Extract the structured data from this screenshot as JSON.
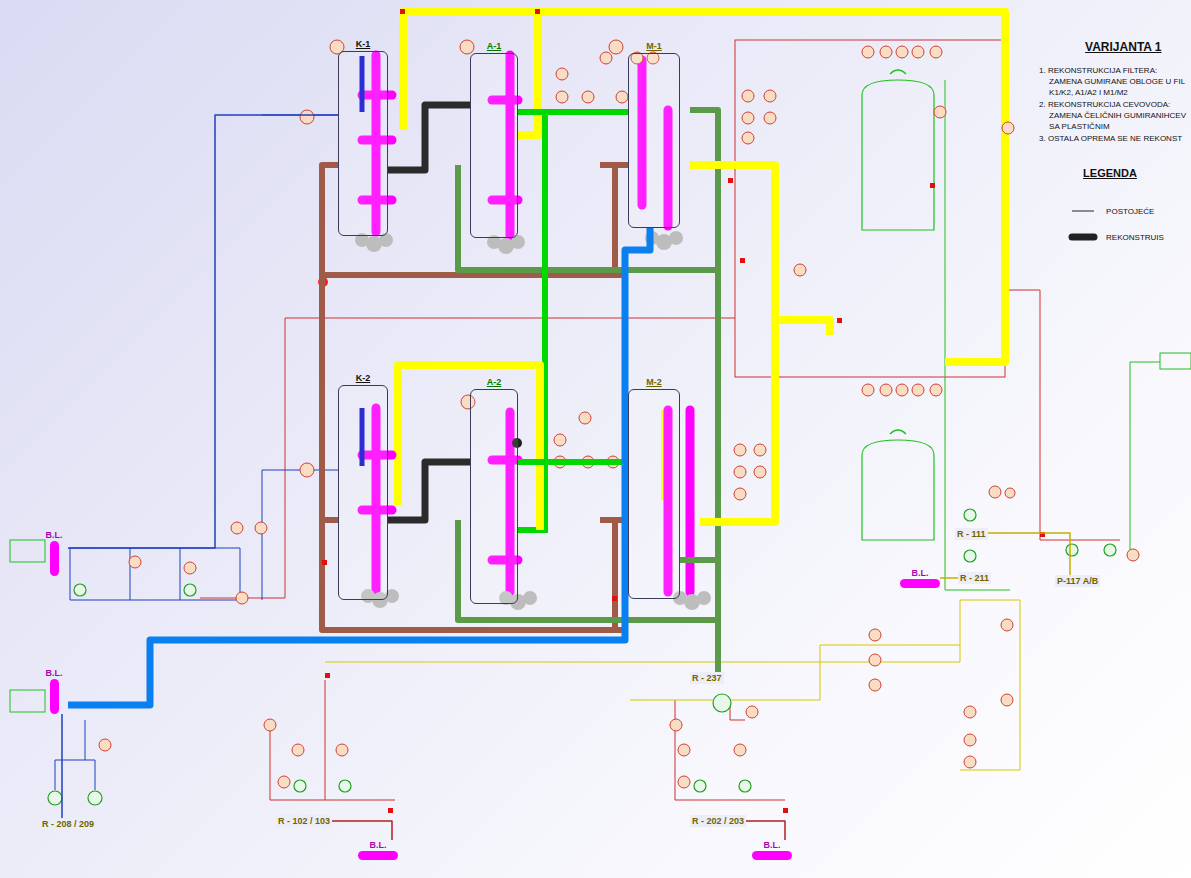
{
  "diagram": {
    "title": "VARIJANTA 1",
    "nodes": [
      {
        "text": [
          "K-1"
        ]
      },
      {
        "text": [
          "A-1"
        ]
      },
      {
        "text": [
          "M-1"
        ]
      },
      {
        "text": [
          "K-2"
        ]
      },
      {
        "text": [
          "A-2"
        ]
      },
      {
        "text": [
          "M-2"
        ]
      },
      {
        "text": [
          "R - 111"
        ]
      },
      {
        "text": [
          "R - 211"
        ]
      },
      {
        "text": [
          "P-117 A/B"
        ]
      },
      {
        "text": [
          "R - 102 / 103"
        ]
      },
      {
        "text": [
          "R - 202 / 203"
        ]
      },
      {
        "text": [
          "R - 208 / 209"
        ]
      },
      {
        "text": [
          "R - 237"
        ]
      },
      {
        "text": [
          "B.L."
        ]
      },
      {
        "text": [
          "B.L."
        ]
      },
      {
        "text": [
          "B.L."
        ]
      },
      {
        "text": [
          "B.L."
        ]
      },
      {
        "text": [
          "B.L."
        ]
      }
    ],
    "edges": [
      {
        "from": 0,
        "to": 1,
        "arrow": "none"
      },
      {
        "from": 1,
        "to": 2,
        "arrow": "none"
      },
      {
        "from": 3,
        "to": 4,
        "arrow": "none"
      },
      {
        "from": 4,
        "to": 5,
        "arrow": "none"
      },
      {
        "from": 0,
        "to": 3,
        "arrow": "none"
      },
      {
        "from": 14,
        "to": 2,
        "arrow": "none"
      },
      {
        "from": 12,
        "to": 5,
        "arrow": "none"
      },
      {
        "from": 11,
        "to": 14,
        "arrow": "none"
      },
      {
        "from": 9,
        "to": 15,
        "arrow": "none"
      },
      {
        "from": 10,
        "to": 16,
        "arrow": "none"
      },
      {
        "from": 17,
        "to": 7,
        "arrow": "none"
      },
      {
        "from": 6,
        "to": 8,
        "arrow": "none"
      },
      {
        "from": 13,
        "to": 0,
        "arrow": "none"
      }
    ],
    "labels": [
      "1. REKONSTRUKCIJA FILTERA:",
      "ZAMENA GUMIRANE OBLOGE U FIL",
      "K1/K2, A1/A2 I M1/M2",
      "2. REKONSTRUKCIJA CEVOVODA:",
      "ZAMENA ČELIČNIH GUMIRANIHCEV",
      "SA PLASTIČNIM",
      "3. OSTALA OPREMA SE NE REKONST",
      "LEGENDA"
    ],
    "legend": [
      {
        "text": "POSTOJEĆE"
      },
      {
        "text": "REKONSTRUIS"
      }
    ]
  }
}
